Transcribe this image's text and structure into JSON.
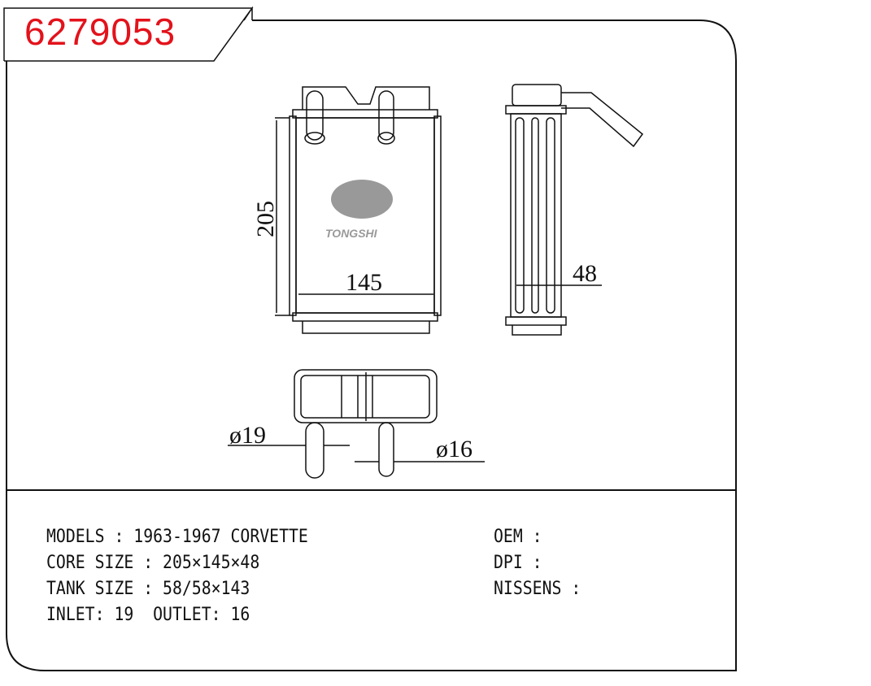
{
  "part_number": "6279053",
  "brand_logo": "TONGSHI",
  "dimensions": {
    "height": "205",
    "width": "145",
    "depth": "48",
    "inlet_dia": "ø19",
    "outlet_dia": "ø16"
  },
  "specs_left": [
    "MODELS : 1963-1967 CORVETTE",
    "CORE SIZE : 205×145×48",
    "TANK SIZE : 58/58×143",
    "INLET: 19  OUTLET: 16"
  ],
  "specs_right": [
    "OEM :",
    "DPI :",
    "NISSENS :"
  ],
  "colors": {
    "part_number": "#e3121b",
    "logo": "#999999"
  }
}
